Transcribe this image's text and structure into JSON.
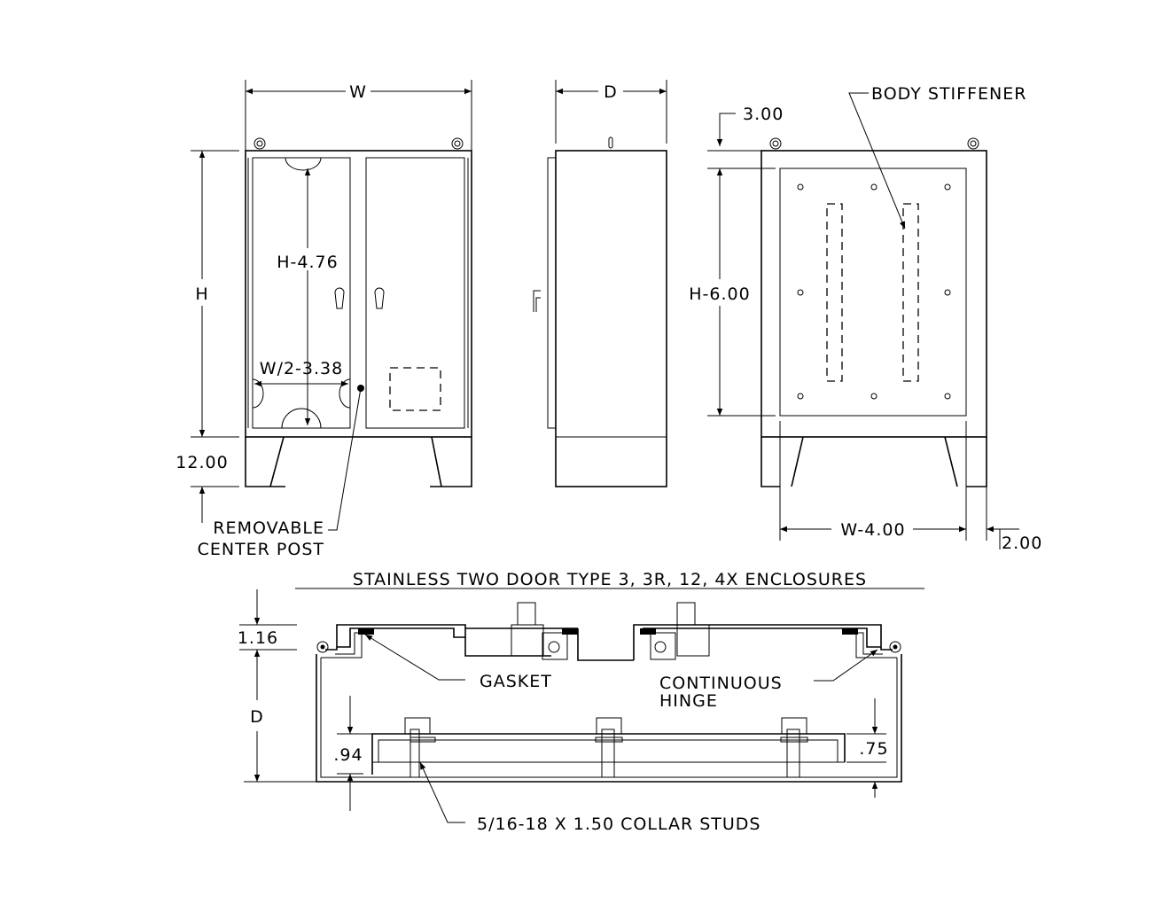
{
  "title": "STAINLESS TWO DOOR TYPE 3, 3R, 12, 4X ENCLOSURES",
  "front_view": {
    "width_label": "W",
    "height_label": "H",
    "leg_height": "12.00",
    "inner_height": "H-4.76",
    "inner_width": "W/2-3.38",
    "callout": [
      "REMOVABLE",
      "CENTER POST"
    ]
  },
  "side_view": {
    "depth_label": "D"
  },
  "back_view": {
    "callout": "BODY STIFFENER",
    "top_offset": "3.00",
    "panel_height": "H-6.00",
    "panel_width": "W-4.00",
    "side_offset": "2.00"
  },
  "section_view": {
    "top_offset": "1.16",
    "depth_label": "D",
    "left_offset": ".94",
    "right_offset": ".75",
    "gasket": "GASKET",
    "hinge": [
      "CONTINUOUS",
      "HINGE"
    ],
    "studs": "5/16-18 X 1.50 COLLAR STUDS"
  }
}
